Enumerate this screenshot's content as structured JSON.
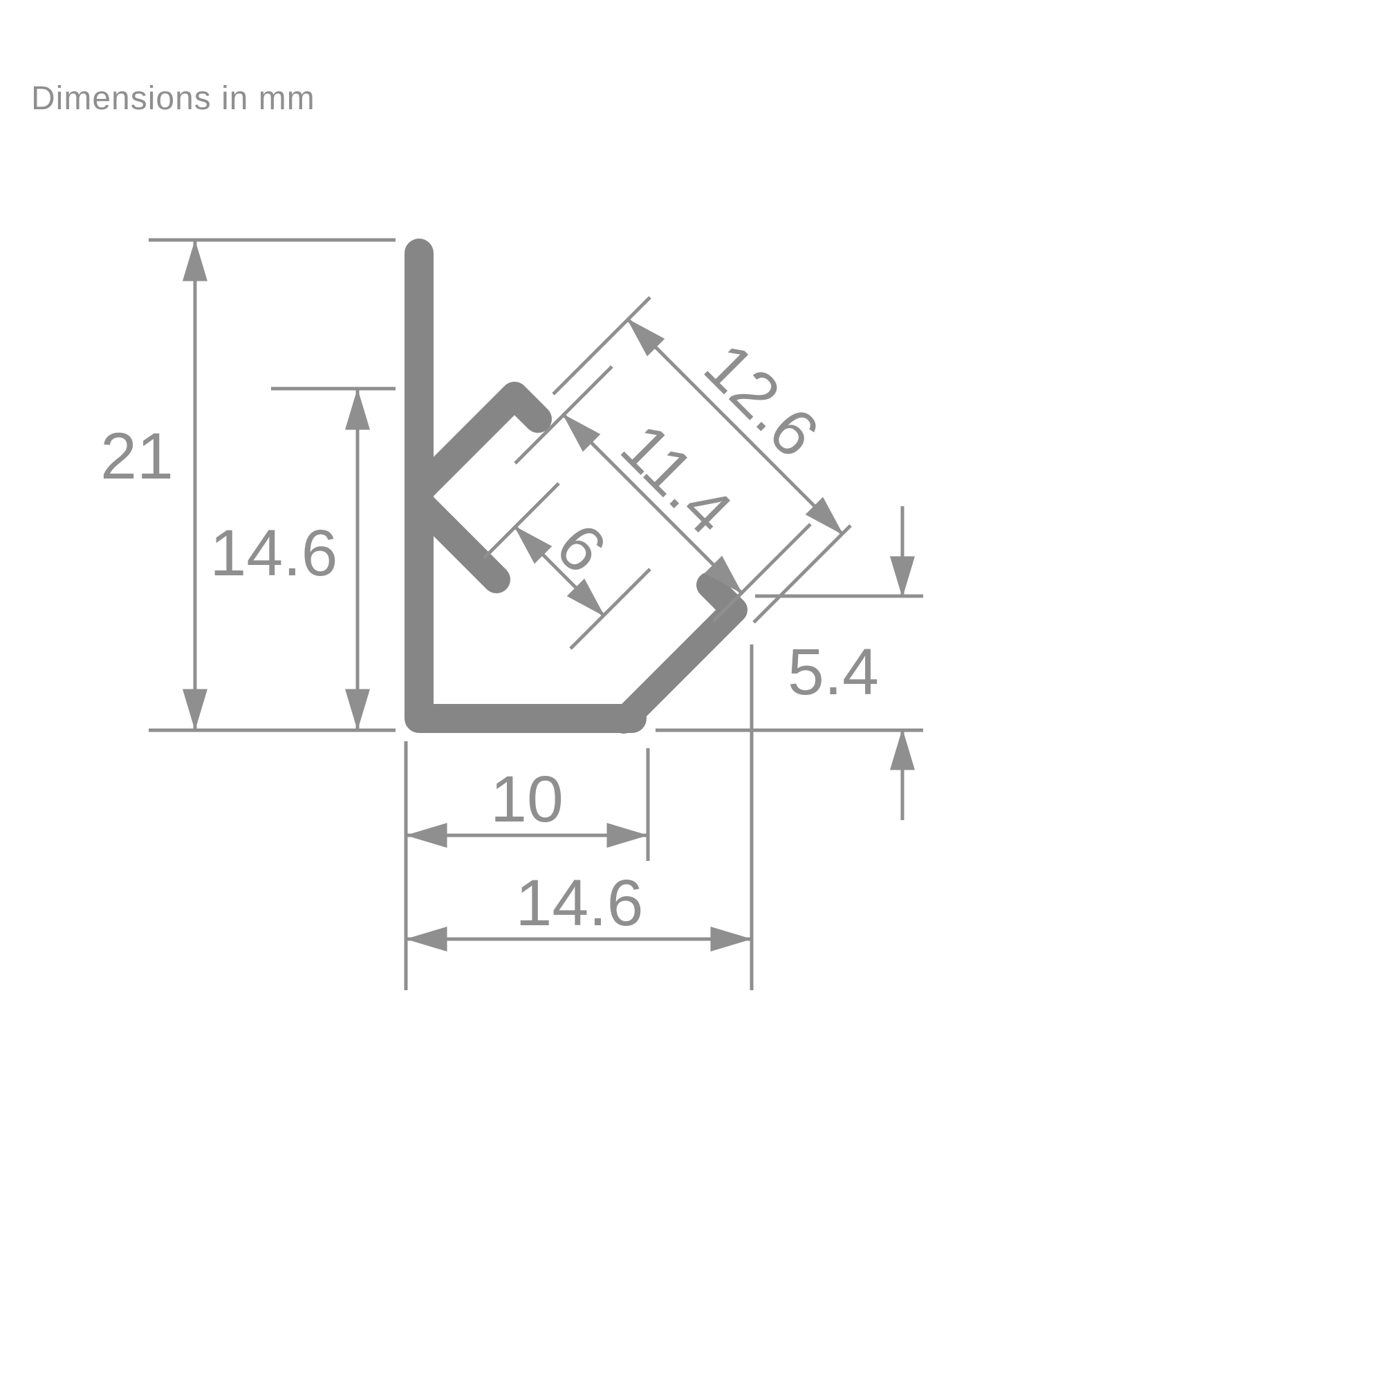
{
  "title": "Dimensions in mm",
  "unit": "mm",
  "colors": {
    "background": "#ffffff",
    "profile": "#868686",
    "dimension_lines": "#8f8f8f",
    "label_text": "#8f8f8f"
  },
  "dimensions": {
    "overall_height": "21",
    "side_height": "14.6",
    "channel_outer_width": "12.6",
    "channel_inner_width": "11.4",
    "inner_slot_width": "6",
    "corner_lip_height": "5.4",
    "base_width": "10",
    "overall_width": "14.6"
  }
}
